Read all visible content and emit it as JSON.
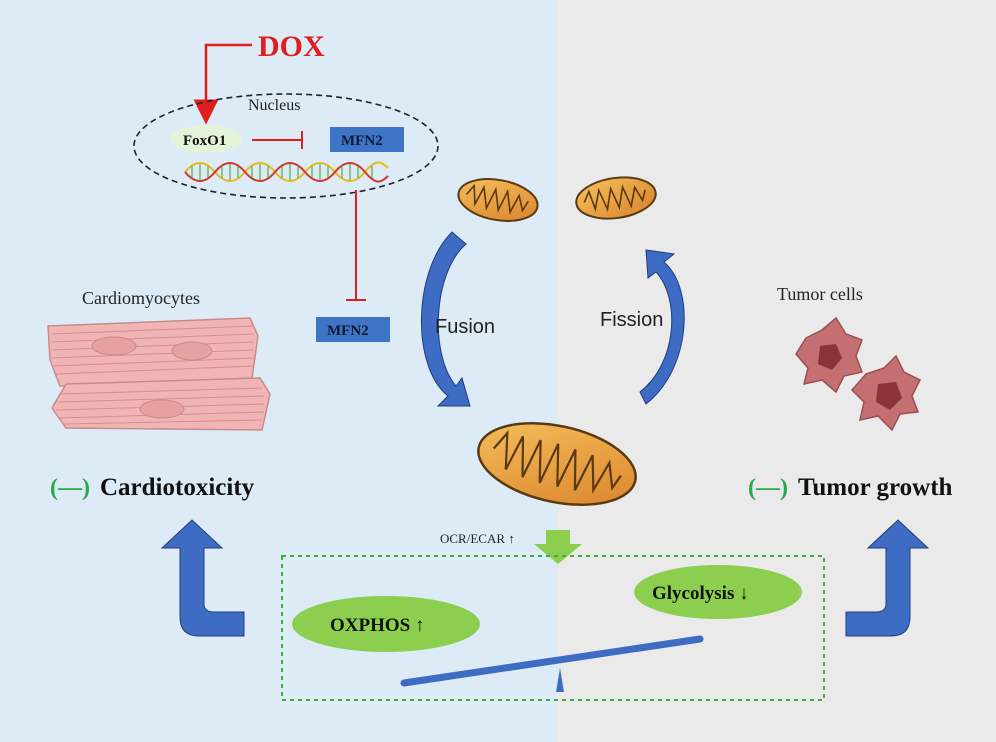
{
  "labels": {
    "dox": "DOX",
    "nucleus": "Nucleus",
    "foxo1": "FoxO1",
    "mfn2_nucleus": "MFN2",
    "mfn2_cytoplasm": "MFN2",
    "cardiomyocytes": "Cardiomyocytes",
    "tumor_cells": "Tumor cells",
    "fusion": "Fusion",
    "fission": "Fission",
    "cardio_sign": "(—)",
    "cardiotoxicity": "Cardiotoxicity",
    "tumor_sign": "(—)",
    "tumor_growth": "Tumor growth",
    "ocr_ecar": "OCR/ECAR ↑",
    "oxphos": "OXPHOS ↑",
    "glycolysis": "Glycolysis ↓"
  },
  "colors": {
    "left_bg": "#dcebf5",
    "right_bg": "#eaeaea",
    "dox_red": "#e01e1e",
    "mfn2_box": "#3e74c6",
    "sign_green": "#2aa84a",
    "ellipse_green": "#8ccf4e",
    "arrow_blue": "#3e6cc4",
    "dashed_green": "#3fae3f",
    "mito_orange": "#e79a3a",
    "tumor_red": "#c47072",
    "muscle_pink": "#f2b5b5"
  }
}
